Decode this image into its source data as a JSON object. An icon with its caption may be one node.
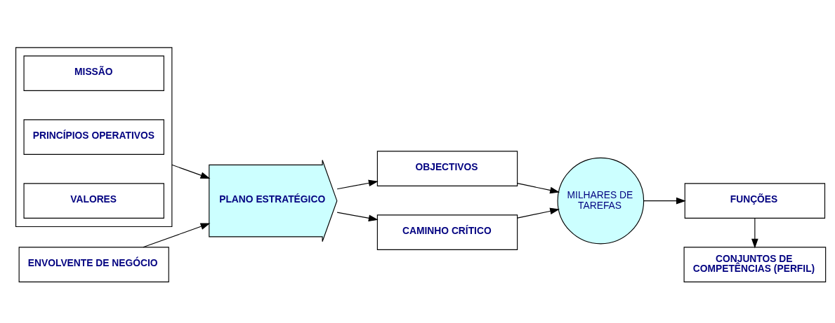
{
  "diagram": {
    "nodes": [
      {
        "text": [],
        "shape": "box"
      },
      {
        "text": [
          "MISSÃO"
        ],
        "in": 0
      },
      {
        "text": [
          "PRINCÍPIOS OPERATIVOS"
        ],
        "in": 0
      },
      {
        "text": [
          "VALORES"
        ],
        "in": 0
      },
      {
        "text": [
          "ENVOLVENTE DE NEGÓCIO"
        ]
      },
      {
        "text": [
          "PLANO ESTRATÉGICO"
        ]
      },
      {
        "text": [
          "OBJECTIVOS"
        ]
      },
      {
        "text": [
          "CAMINHO CRÍTICO"
        ]
      },
      {
        "text": [
          "MILHARES DE TAREFAS"
        ]
      },
      {
        "text": [
          "FUNÇÕES"
        ]
      },
      {
        "text": [
          "CONJUNTOS DE COMPETÊNCIAS (PERFIL)"
        ]
      }
    ],
    "edges": [
      {
        "from": 0,
        "to": 5,
        "arrow": "to"
      },
      {
        "from": 4,
        "to": 5,
        "arrow": "to"
      },
      {
        "from": 5,
        "to": 6,
        "arrow": "to"
      },
      {
        "from": 5,
        "to": 7,
        "arrow": "to"
      },
      {
        "from": 6,
        "to": 8,
        "arrow": "to"
      },
      {
        "from": 7,
        "to": 8,
        "arrow": "to"
      },
      {
        "from": 8,
        "to": 9,
        "arrow": "to"
      },
      {
        "from": 9,
        "to": 10,
        "arrow": "to"
      }
    ]
  }
}
